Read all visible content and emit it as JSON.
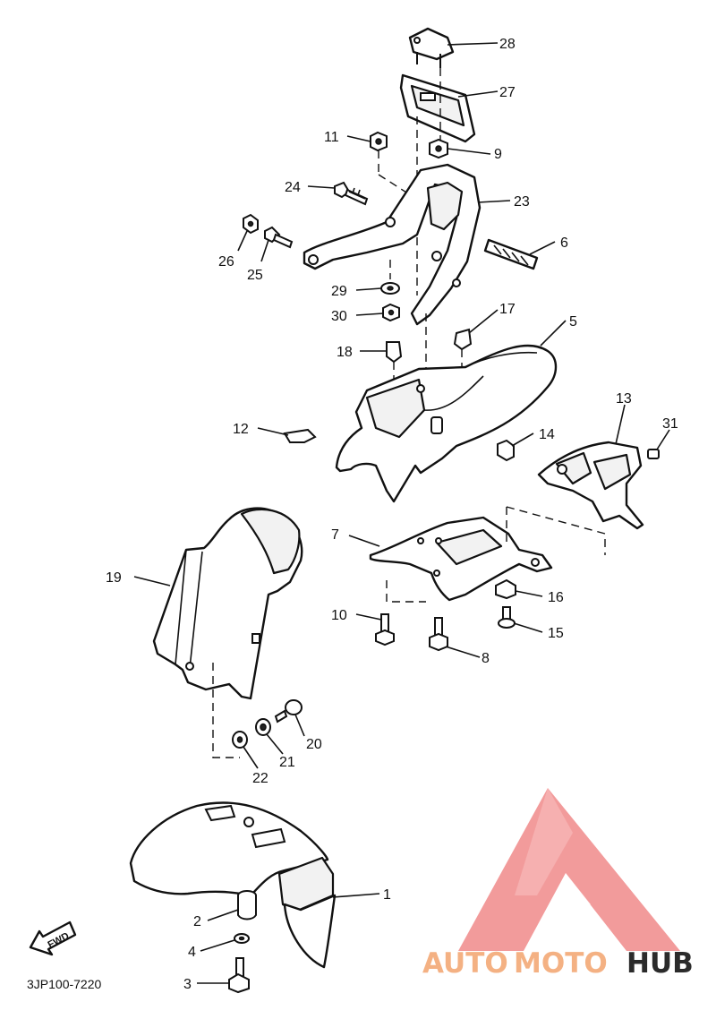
{
  "diagram_code": "3JP100-7220",
  "fwd_label": "FWD",
  "watermark": {
    "auto": "AUTO",
    "moto": "MOTO",
    "hub": "HUB",
    "colors": {
      "auto": "#f4b183",
      "moto": "#f4b183",
      "hub": "#2b2b2b",
      "logo": "#f08a8a"
    }
  },
  "callouts": [
    {
      "id": "1",
      "label": "1"
    },
    {
      "id": "2",
      "label": "2"
    },
    {
      "id": "3",
      "label": "3"
    },
    {
      "id": "4",
      "label": "4"
    },
    {
      "id": "5",
      "label": "5"
    },
    {
      "id": "6",
      "label": "6"
    },
    {
      "id": "7",
      "label": "7"
    },
    {
      "id": "8",
      "label": "8"
    },
    {
      "id": "9",
      "label": "9"
    },
    {
      "id": "10",
      "label": "10"
    },
    {
      "id": "11",
      "label": "11"
    },
    {
      "id": "12",
      "label": "12"
    },
    {
      "id": "13",
      "label": "13"
    },
    {
      "id": "14",
      "label": "14"
    },
    {
      "id": "15",
      "label": "15"
    },
    {
      "id": "16",
      "label": "16"
    },
    {
      "id": "17",
      "label": "17"
    },
    {
      "id": "18",
      "label": "18"
    },
    {
      "id": "19",
      "label": "19"
    },
    {
      "id": "20",
      "label": "20"
    },
    {
      "id": "21",
      "label": "21"
    },
    {
      "id": "22",
      "label": "22"
    },
    {
      "id": "23",
      "label": "23"
    },
    {
      "id": "24",
      "label": "24"
    },
    {
      "id": "25",
      "label": "25"
    },
    {
      "id": "26",
      "label": "26"
    },
    {
      "id": "27",
      "label": "27"
    },
    {
      "id": "28",
      "label": "28"
    },
    {
      "id": "29",
      "label": "29"
    },
    {
      "id": "30",
      "label": "30"
    },
    {
      "id": "31",
      "label": "31"
    }
  ]
}
